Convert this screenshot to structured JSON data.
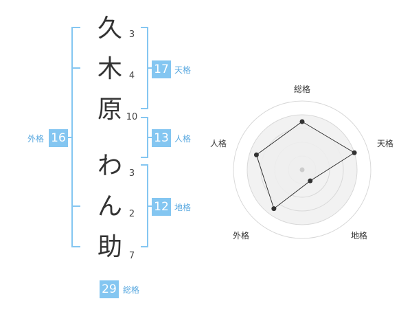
{
  "name": {
    "characters": [
      {
        "char": "久",
        "strokes": "3"
      },
      {
        "char": "木",
        "strokes": "4"
      },
      {
        "char": "原",
        "strokes": "10"
      },
      {
        "char": "わ",
        "strokes": "3"
      },
      {
        "char": "ん",
        "strokes": "2"
      },
      {
        "char": "助",
        "strokes": "7"
      }
    ]
  },
  "kakusu": {
    "tenkaku": {
      "value": "17",
      "label": "天格"
    },
    "jinkaku": {
      "value": "13",
      "label": "人格"
    },
    "chikaku": {
      "value": "12",
      "label": "地格"
    },
    "gaikaku": {
      "value": "16",
      "label": "外格"
    },
    "soukaku": {
      "value": "29",
      "label": "総格"
    }
  },
  "radar": {
    "axes": [
      "総格",
      "天格",
      "地格",
      "外格",
      "人格"
    ],
    "values": [
      0.7,
      0.8,
      0.2,
      0.7,
      0.7
    ],
    "rings": 5,
    "colors": {
      "fill": "#eeeeee",
      "line": "#333333",
      "ring": "#d8d8d8",
      "dot": "#333333",
      "center": "#cccccc"
    }
  },
  "colors": {
    "accent": "#84c6f1",
    "bracket": "#84c6f1"
  }
}
